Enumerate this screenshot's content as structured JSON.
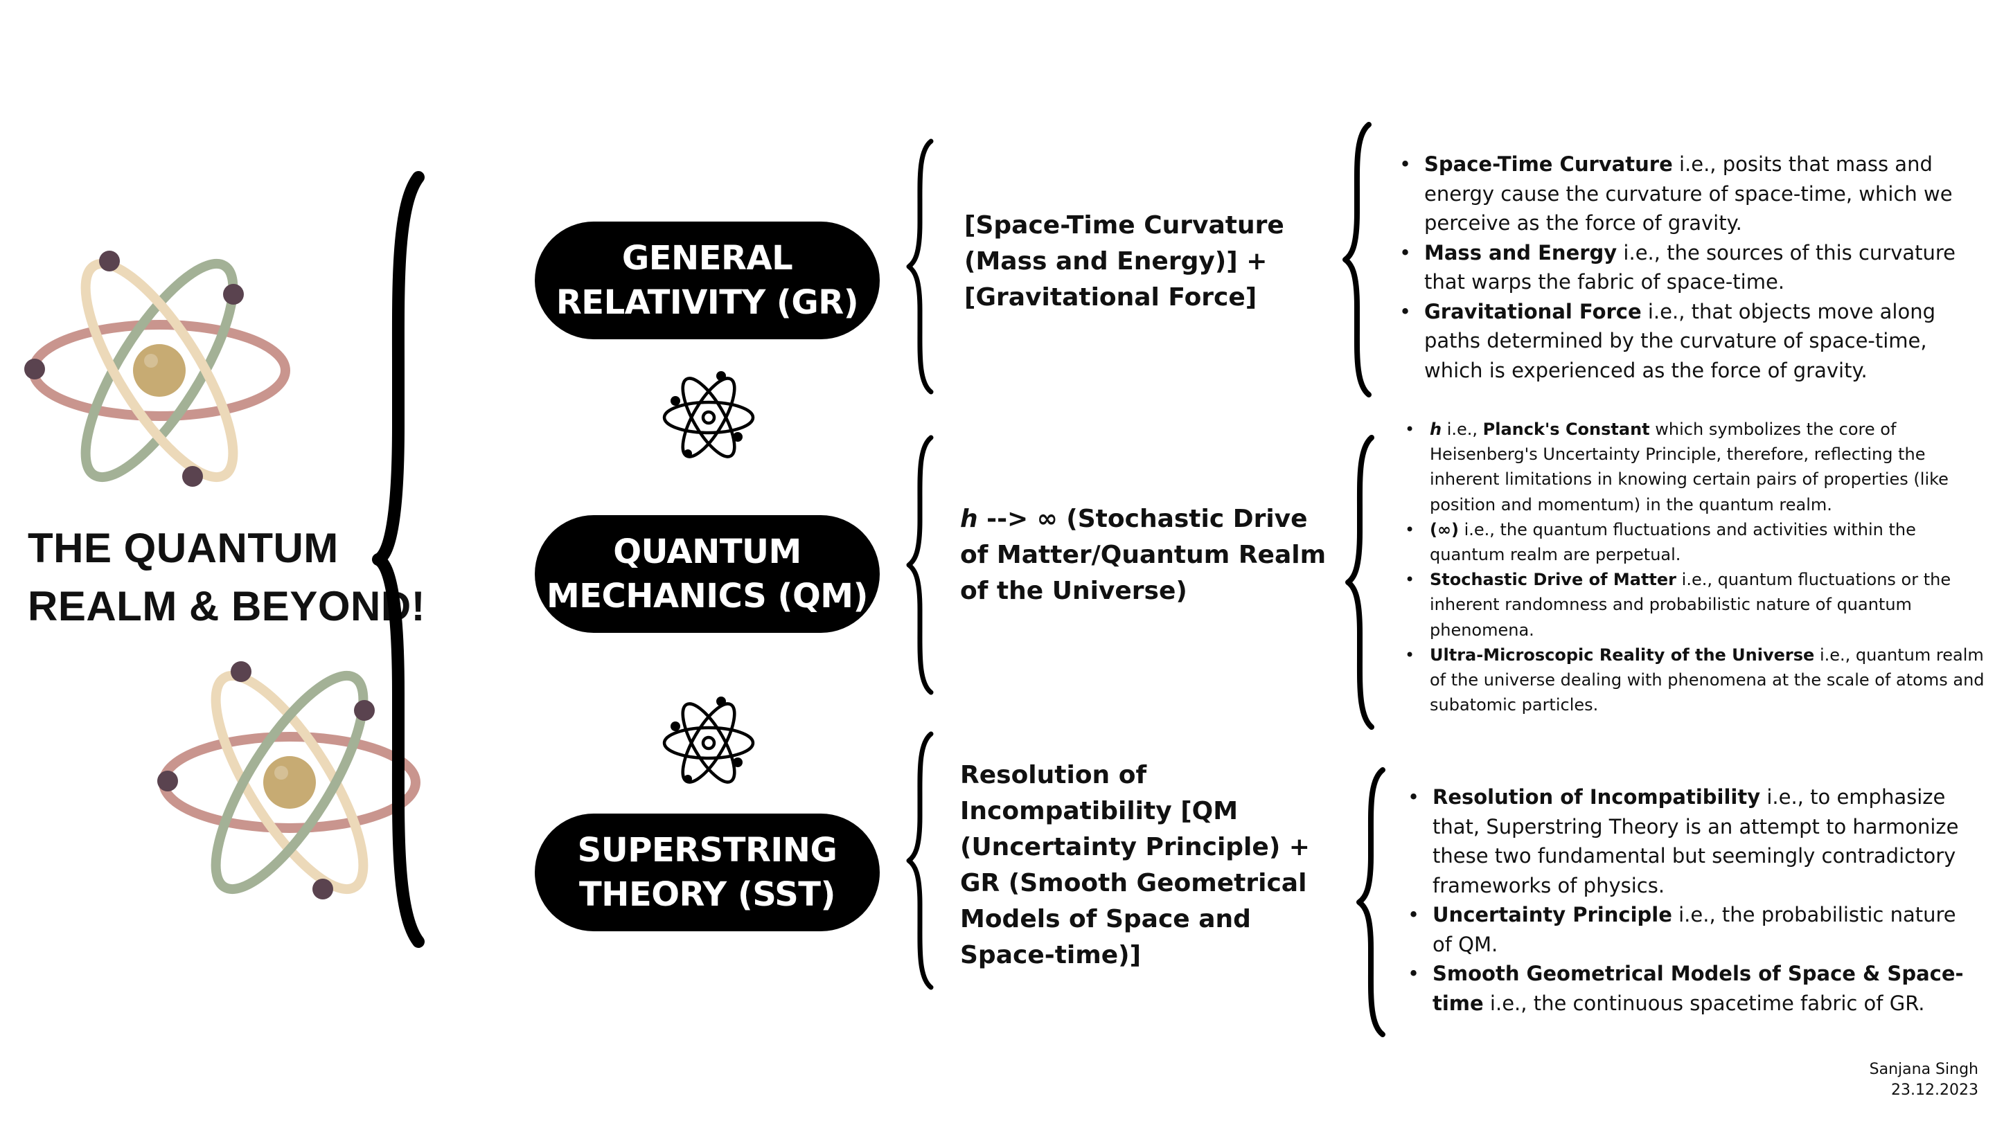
{
  "title": "THE QUANTUM REALM & BEYOND!",
  "pills": [
    {
      "label": "GENERAL\nRELATIVITY (GR)"
    },
    {
      "label": "QUANTUM\nMECHANICS (QM)"
    },
    {
      "label": "SUPERSTRING\nTHEORY (SST)"
    }
  ],
  "formulas": [
    {
      "text": "[Space-Time Curvature (Mass and Energy)] + [Gravitational Force]"
    },
    {
      "h": "h",
      "text": " --> ∞ (Stochastic Drive of Matter/Quantum Realm of the Universe)"
    },
    {
      "text": "Resolution of Incompatibility [QM (Uncertainty Principle) + GR (Smooth Geometrical Models of Space and Space-time)]"
    }
  ],
  "details": {
    "gr": [
      {
        "term": "Space-Time Curvature",
        "desc": " i.e., posits that mass and energy cause the curvature of space-time, which we perceive as the force of gravity."
      },
      {
        "term": "Mass and Energy",
        "desc": " i.e., the sources of this curvature that warps the fabric of space-time."
      },
      {
        "term": "Gravitational Force",
        "desc": " i.e., that objects move along paths determined by the curvature of space-time, which is experienced as the force of gravity."
      }
    ],
    "qm": [
      {
        "h": "h",
        "pre": " i.e., ",
        "term": "Planck's Constant",
        "desc": " which symbolizes the core of Heisenberg's Uncertainty Principle, therefore, reflecting the inherent limitations in knowing certain pairs of properties (like position and momentum) in the quantum realm."
      },
      {
        "term": "(∞)",
        "desc": " i.e., the quantum fluctuations and activities within the quantum realm are perpetual."
      },
      {
        "term": "Stochastic Drive of Matter",
        "desc": " i.e., quantum fluctuations or the inherent randomness and probabilistic nature of quantum phenomena."
      },
      {
        "term": "Ultra-Microscopic Reality of the Universe",
        "desc": " i.e., quantum realm of the universe dealing with phenomena at the scale of atoms and subatomic particles."
      }
    ],
    "sst": [
      {
        "term": "Resolution of Incompatibility",
        "desc": " i.e., to emphasize that, Superstring Theory is an attempt to harmonize these two fundamental but seemingly contradictory frameworks of physics."
      },
      {
        "term": "Uncertainty Principle",
        "desc": " i.e., the probabilistic nature of QM."
      },
      {
        "term": "Smooth Geometrical Models of Space & Space-time",
        "desc": " i.e., the continuous spacetime fabric of GR."
      }
    ]
  },
  "signature": {
    "name": "Sanjana Singh",
    "date": "23.12.2023"
  },
  "colors": {
    "ring_pink": "#c9958e",
    "ring_green": "#a3b196",
    "ring_cream": "#ecd9b9",
    "nucleus": "#c7ab73",
    "electron": "#5a434f",
    "ink": "#000000"
  }
}
